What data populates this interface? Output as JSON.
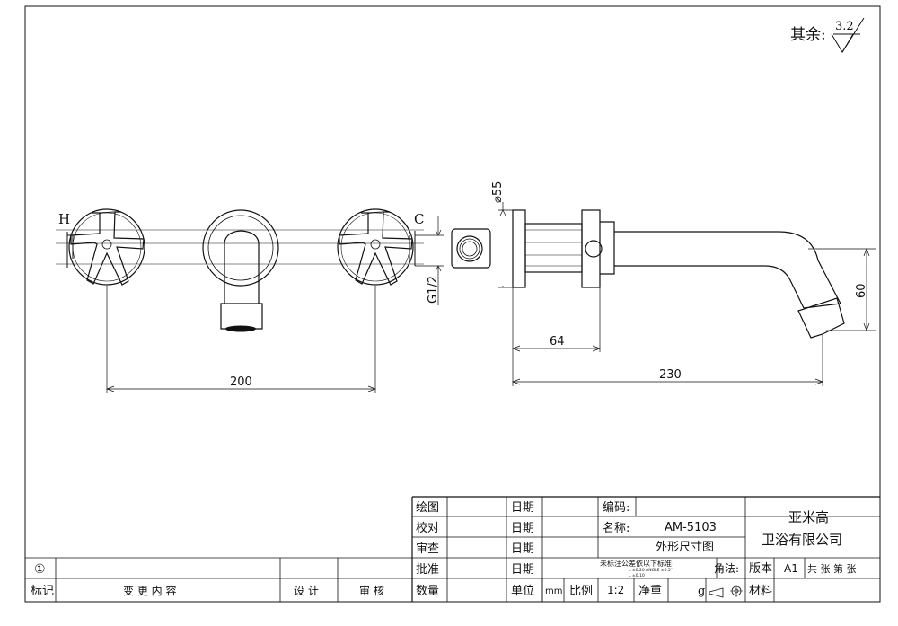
{
  "roughness": {
    "prefix": "其余:",
    "value": "3.2"
  },
  "front_view": {
    "label_hot": "H",
    "label_cold": "C",
    "thread": "G1/2",
    "dim_width": "200"
  },
  "side_view": {
    "dim_diameter": "⌀55",
    "dim_depth": "64",
    "dim_length": "230",
    "dim_height": "60"
  },
  "title_block": {
    "rows": [
      {
        "role": "绘图",
        "date": "日期"
      },
      {
        "role": "校对",
        "date": "日期"
      },
      {
        "role": "审查",
        "date": "日期"
      },
      {
        "role": "批准",
        "date": "日期"
      }
    ],
    "code_label": "编码:",
    "name_label": "名称:",
    "model": "AM-5103",
    "drawing_name": "外形尺寸图",
    "company_line1": "亚米高",
    "company_line2": "卫浴有限公司",
    "tolerance_note": "未标注公差依以下标准:",
    "tol_1": "L    ±0.20  ANGLE  ±0.5°",
    "tol_2": "L    ±0.10",
    "angle_label": "角法:",
    "version_label": "版本",
    "version_value": "A1",
    "sheets": "共  张 第  张",
    "qty_label": "数量",
    "unit_label": "单位",
    "unit_value": "mm",
    "scale_label": "比例",
    "scale_value": "1:2",
    "weight_label": "净重",
    "weight_unit": "g",
    "material_label": "材料",
    "revision_mark": "①",
    "rev_headers": {
      "mark": "标记",
      "content": "变 更 内 容",
      "design": "设 计",
      "review": "审 核"
    }
  }
}
